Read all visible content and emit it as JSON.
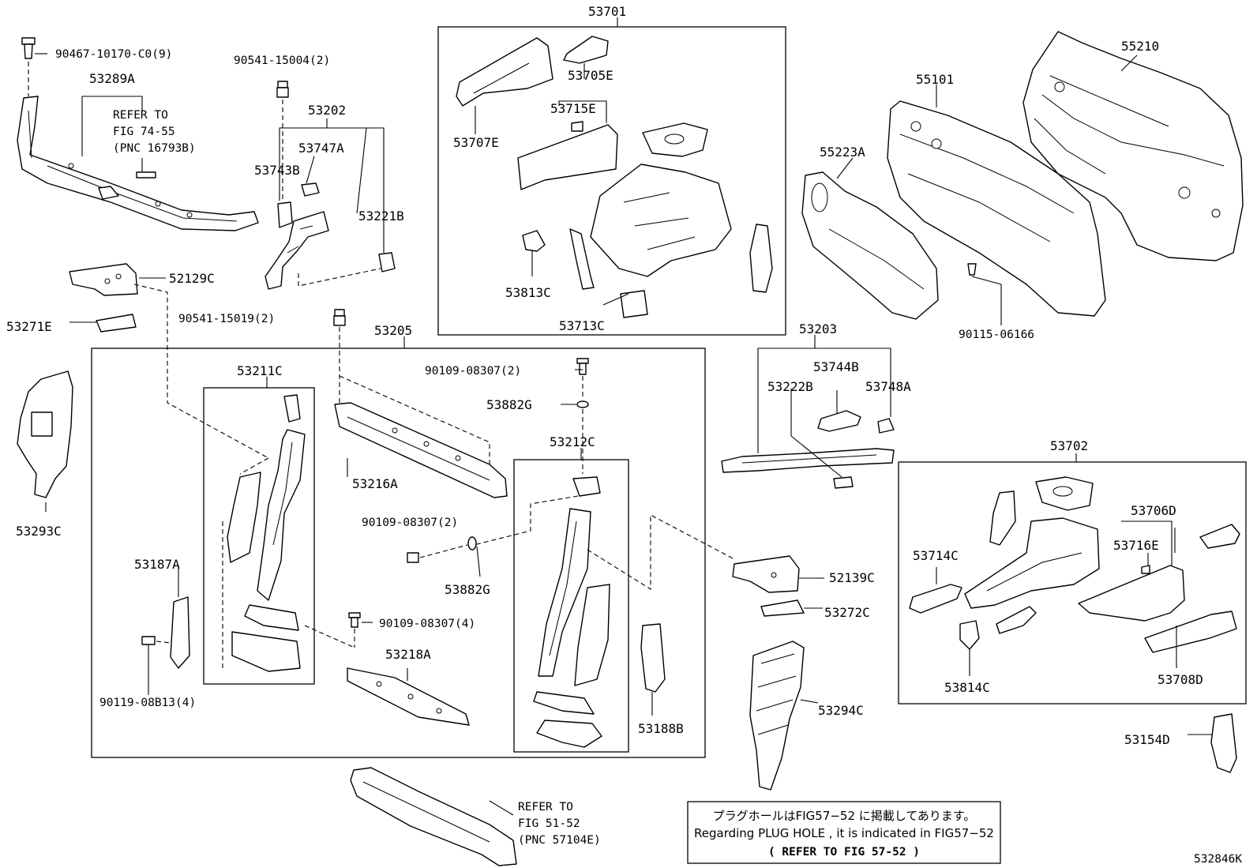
{
  "diagram": {
    "labels": {
      "p53701": "53701",
      "p53702": "53702",
      "p53705E": "53705E",
      "p53715E": "53715E",
      "p53707E": "53707E",
      "p53813C": "53813C",
      "p53713C": "53713C",
      "p55210": "55210",
      "p55101": "55101",
      "p55223A": "55223A",
      "p90115_06166": "90115-06166",
      "p90467": "90467-10170-C0(9)",
      "p53289A": "53289A",
      "p90541_15004": "90541-15004(2)",
      "p53202": "53202",
      "p53747A": "53747A",
      "p53743B": "53743B",
      "p53221B": "53221B",
      "p52129C": "52129C",
      "p53271E": "53271E",
      "p90541_15019": "90541-15019(2)",
      "p53205": "53205",
      "p53293C": "53293C",
      "p53211C": "53211C",
      "p90109_a": "90109-08307(2)",
      "p53882G_a": "53882G",
      "p53216A": "53216A",
      "p53212C": "53212C",
      "p90109_b": "90109-08307(2)",
      "p53882G_b": "53882G",
      "p53187A": "53187A",
      "p90109_c": "90109-08307(4)",
      "p53218A": "53218A",
      "p90119": "90119-08B13(4)",
      "p53188B": "53188B",
      "p53203": "53203",
      "p53744B": "53744B",
      "p53222B": "53222B",
      "p53748A": "53748A",
      "p52139C": "52139C",
      "p53272C": "53272C",
      "p53294C": "53294C",
      "p53706D": "53706D",
      "p53716E": "53716E",
      "p53714C": "53714C",
      "p53814C": "53814C",
      "p53708D": "53708D",
      "p53154D": "53154D"
    },
    "refer_74": [
      "REFER TO",
      "FIG 74-55",
      "(PNC 16793B)"
    ],
    "refer_51": [
      "REFER TO",
      "FIG 51-52",
      "(PNC 57104E)"
    ],
    "note": {
      "line1": "プラグホールはFIG57−52 に掲載してあります。",
      "line2": "Regarding PLUG HOLE , it is indicated in FIG57−52",
      "line3": "(  REFER TO FIG 57-52 )"
    },
    "figure_code": "532846K"
  }
}
